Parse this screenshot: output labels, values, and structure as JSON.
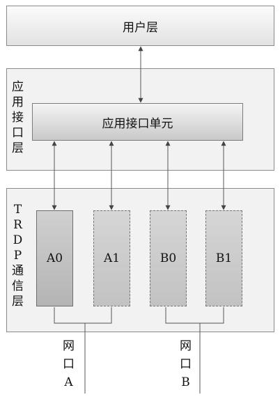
{
  "user_layer": {
    "label": "用户层"
  },
  "app_layer": {
    "label": [
      "应",
      "用",
      "接",
      "口",
      "层"
    ]
  },
  "app_interface_unit": {
    "label": "应用接口单元"
  },
  "trdp_layer": {
    "label": [
      "T",
      "R",
      "D",
      "P",
      "通",
      "信",
      "层"
    ]
  },
  "queues": [
    {
      "id": "A0",
      "label": "A0",
      "style": "solid"
    },
    {
      "id": "A1",
      "label": "A1",
      "style": "dashed"
    },
    {
      "id": "B0",
      "label": "B0",
      "style": "dashed"
    },
    {
      "id": "B1",
      "label": "B1",
      "style": "dashed"
    }
  ],
  "ports": [
    {
      "label": [
        "网",
        "口",
        "A"
      ]
    },
    {
      "label": [
        "网",
        "口",
        "B"
      ]
    }
  ],
  "colors": {
    "border": "#8a8a8a",
    "line": "#555555",
    "panel": "#f2f2f2"
  }
}
